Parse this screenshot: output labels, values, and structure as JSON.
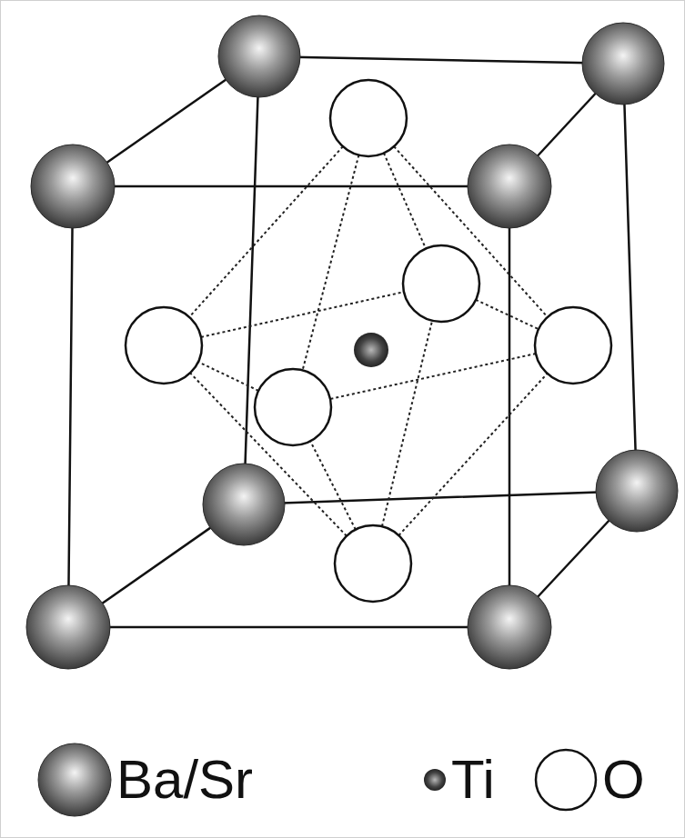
{
  "diagram": {
    "legend": [
      {
        "text": "Ba/Sr"
      },
      {
        "text": "Ti"
      },
      {
        "text": "O"
      }
    ]
  }
}
